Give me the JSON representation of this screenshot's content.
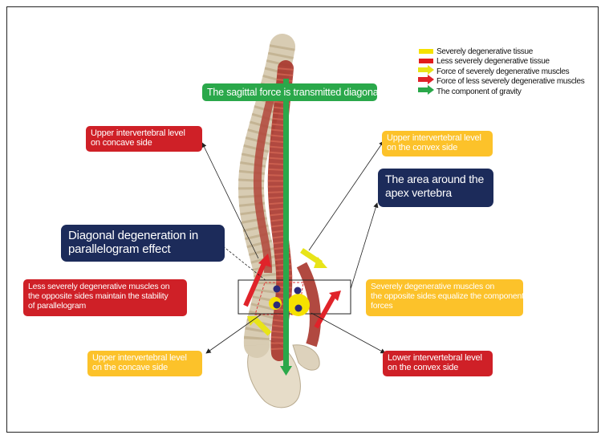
{
  "legend": [
    {
      "text": "Severely degenerative tissue",
      "symbol": "yellow-bar",
      "color": "#f5e100"
    },
    {
      "text": "Less severely degenerative tissue",
      "symbol": "red-bar",
      "color": "#e21b1b"
    },
    {
      "text": "Force of severely degenerative muscles",
      "symbol": "yellow-arrow",
      "color": "#e8e418"
    },
    {
      "text": "Force of less severely degenerative muscles",
      "symbol": "red-arrow",
      "color": "#e0232a"
    },
    {
      "text": "The component of gravity",
      "symbol": "green-arrow",
      "color": "#2aa84a"
    }
  ],
  "labels": {
    "sagittal": "The sagittal force is transmitted diagonally",
    "upper_concave": [
      "Upper intervertebral level",
      "on concave side"
    ],
    "upper_convex": [
      "Upper intervertebral level",
      "on the convex side"
    ],
    "apex": [
      "The area around the",
      "apex vertebra"
    ],
    "diagonal": [
      "Diagonal degeneration in",
      "parallelogram effect"
    ],
    "less_muscles": [
      "Less severely degenerative muscles on",
      "the opposite sides maintain the stability",
      "of parallelogram"
    ],
    "severe_muscles": [
      "Severely degenerative muscles on",
      "the opposite sides equalize the component",
      "forces"
    ],
    "upper_concave_lower": [
      "Upper intervertebral level",
      "on the concave side"
    ],
    "lower_convex": [
      "Lower intervertebral level",
      "on the convex side"
    ]
  },
  "colors": {
    "red_box": "#cf2027",
    "yellow_box": "#fcc22a",
    "green_box": "#2aa84a",
    "navy_box": "#1c2b5a"
  }
}
